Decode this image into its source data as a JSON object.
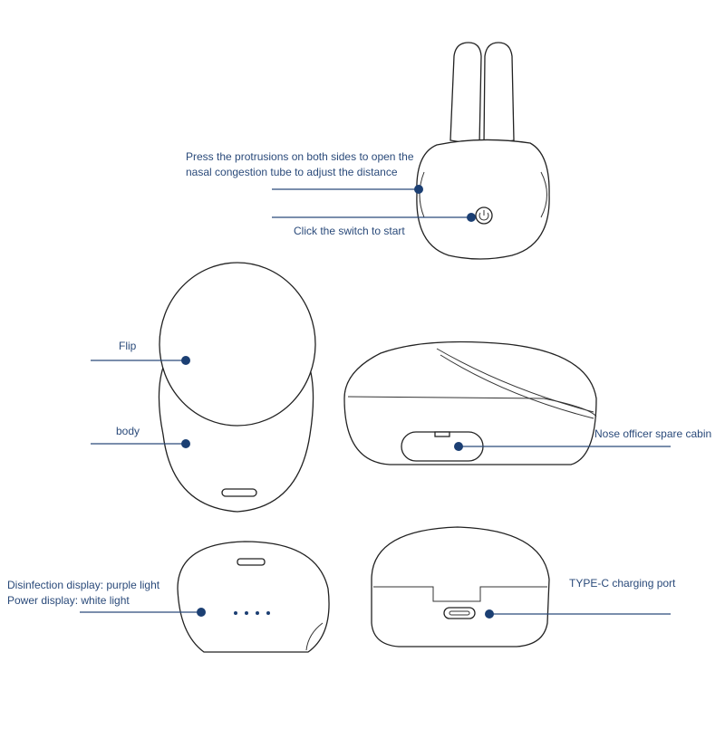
{
  "callouts": {
    "protrusions": "Press the protrusions on both sides to open the nasal congestion tube to adjust the distance",
    "protrusions_line1": "Press the protrusions on both sides to open the",
    "protrusions_line2": "nasal congestion tube to adjust the distance",
    "switch": "Click the switch to start",
    "flip": "Flip",
    "body": "body",
    "spare_cabin": "Nose officer spare cabin",
    "disinfection": "Disinfection display: purple light",
    "power": "Power display: white light",
    "typec": "TYPE-C charging port"
  },
  "colors": {
    "label": "#2a4a7a",
    "leader": "#2a4a7a",
    "dot": "#1b3f73",
    "outline": "#222222"
  }
}
